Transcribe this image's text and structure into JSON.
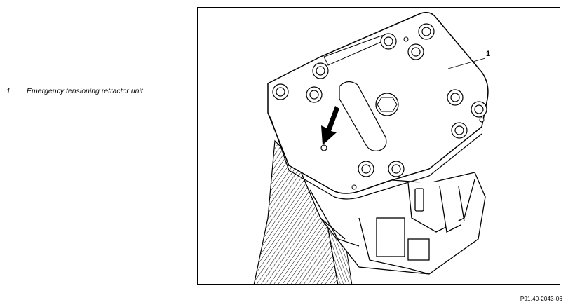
{
  "legend": {
    "items": [
      {
        "number": "1",
        "text": "Emergency tensioning retractor unit"
      }
    ]
  },
  "diagram": {
    "callout_label": "1",
    "reference_code": "P91.40-2043-06"
  }
}
